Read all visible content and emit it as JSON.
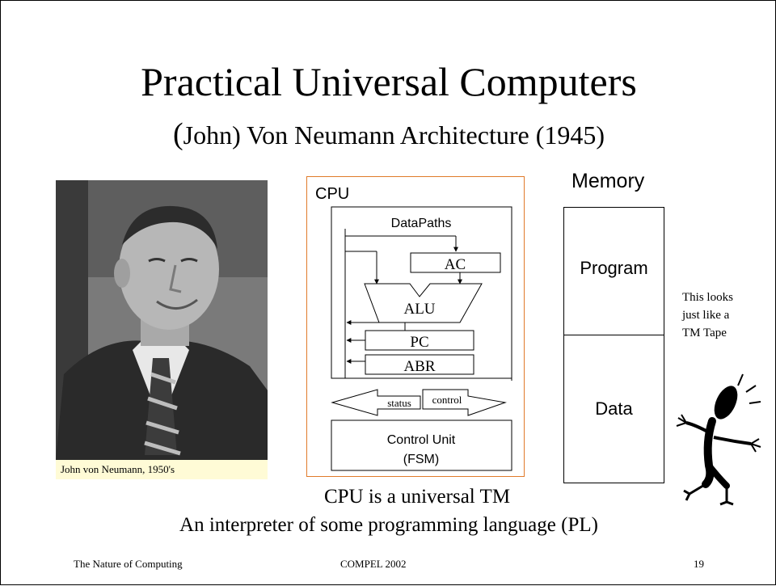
{
  "slide": {
    "title": "Practical Universal Computers",
    "subtitle_paren": "(",
    "subtitle_rest": "John) Von Neumann  Architecture (1945)"
  },
  "photo": {
    "caption": "John von Neumann, 1950's"
  },
  "cpu_diagram": {
    "cpu_label": "CPU",
    "datapaths_label": "DataPaths",
    "ac_label": "AC",
    "alu_label": "ALU",
    "pc_label": "PC",
    "abr_label": "ABR",
    "status_label": "status",
    "control_label": "control",
    "control_unit_line1": "Control Unit",
    "control_unit_line2": "(FSM)"
  },
  "memory": {
    "label": "Memory",
    "program_label": "Program",
    "data_label": "Data"
  },
  "note": {
    "line1": "This looks",
    "line2": "just like a",
    "line3": "TM Tape"
  },
  "bottom": {
    "line1": "CPU is a universal TM",
    "line2": "An interpreter of some programming language (PL)"
  },
  "footer": {
    "left": "The Nature of Computing",
    "center": "COMPEL 2002",
    "page_number": "19"
  },
  "colors": {
    "cpu_frame": "#e07a2a",
    "caption_bg": "#fffbd6"
  }
}
